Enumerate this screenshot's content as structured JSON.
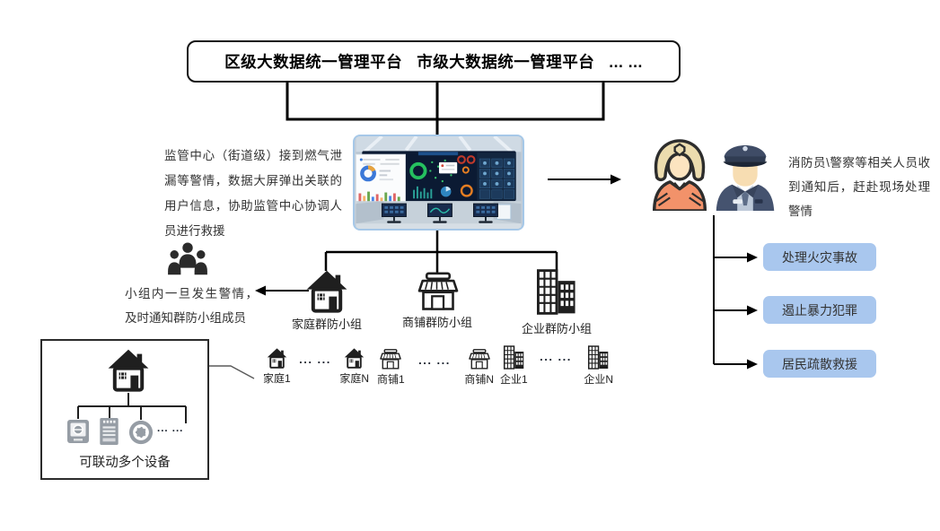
{
  "dots": "... ...",
  "colors": {
    "task_box_bg": "#a9c7ee",
    "connector_line": "#000000",
    "icon_dark": "#1f1f1f",
    "device_icon_gray": "#969da5"
  },
  "top_bar": {
    "label": "区级大数据统一管理平台   市级大数据统一管理平台   ... ..."
  },
  "supervision": {
    "note": "监管中心（街道级）接到燃气泄漏等警情，数据大屏弹出关联的用户信息，协助监管中心协调人员进行救援"
  },
  "responders": {
    "note": "消防员\\警察等相关人员收到通知后，赶赴现场处理警情",
    "tasks": [
      {
        "label": "处理火灾事故"
      },
      {
        "label": "遏止暴力犯罪"
      },
      {
        "label": "居民疏散救援"
      }
    ]
  },
  "alert": {
    "note": "小组内一旦发生警情，及时通知群防小组成员"
  },
  "groups": {
    "family": {
      "label": "家庭群防小组",
      "first": "家庭1",
      "last": "家庭N"
    },
    "shop": {
      "label": "商铺群防小组",
      "first": "商铺1",
      "last": "商铺N"
    },
    "enterprise": {
      "label": "企业群防小组",
      "first": "企业1",
      "last": "企业N"
    }
  },
  "device_box": {
    "label": "可联动多个设备"
  }
}
